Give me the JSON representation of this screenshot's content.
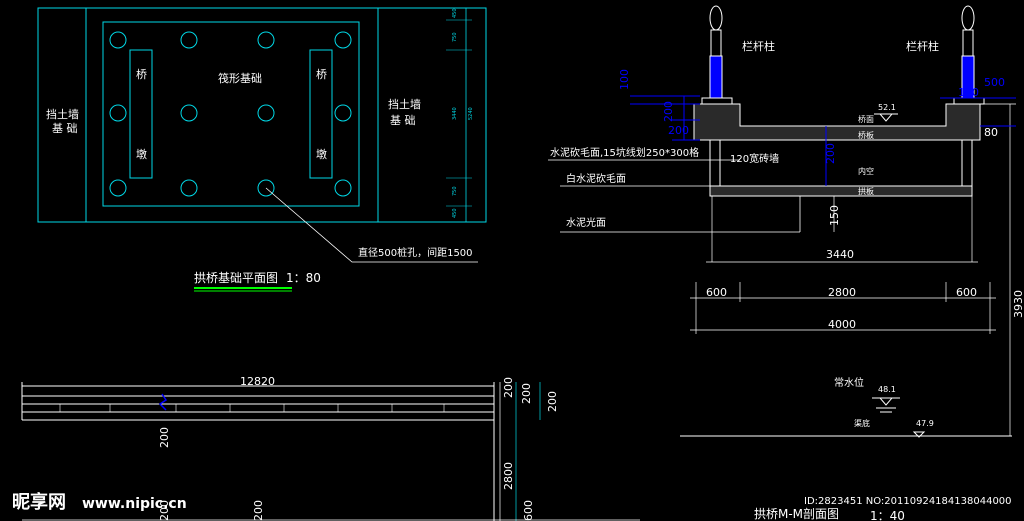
{
  "plan": {
    "left_wall_1": "挡土墙",
    "left_wall_2": "基 础",
    "right_wall_1": "挡土墙",
    "right_wall_2": "基 础",
    "raft": "筏形基础",
    "pier_left_1": "桥",
    "pier_left_2": "墩",
    "pier_right_1": "桥",
    "pier_right_2": "墩",
    "pile_note": "直径500桩孔，间距1500",
    "title": "拱桥基础平面图",
    "scale": "1：80",
    "dims": [
      "450",
      "750",
      "3440",
      "5240",
      "750",
      "450"
    ]
  },
  "section": {
    "railing_left": "栏杆柱",
    "railing_right": "栏杆柱",
    "dim_100": "100",
    "dim_200a": "200",
    "dim_200b": "200",
    "dim_200c": "200",
    "dim_120": "120",
    "dim_500": "500",
    "dim_80": "80",
    "dim_150": "150",
    "dim_3440": "3440",
    "dim_600a": "600",
    "dim_2800": "2800",
    "dim_600b": "600",
    "dim_4000": "4000",
    "dim_3930": "3930",
    "level_top": "52.1",
    "deck_face": "桥面",
    "deck_slab": "桥板",
    "note_1": "水泥砍毛面,15坑线划250*300格",
    "brick_wall": "120宽砖墙",
    "void": "内空",
    "note_2": "白水泥砍毛面",
    "bottom_slab": "拱板",
    "note_3": "水泥光面",
    "water_label": "常水位",
    "water_level": "48.1",
    "canal_label": "渠底",
    "canal_level": "47.9",
    "title": "拱桥M-M剖面图",
    "scale": "1：40"
  },
  "elevation": {
    "dim_12820": "12820",
    "dim_200_left": "200",
    "dim_200_r1": "200",
    "dim_200_r2": "200",
    "dim_200_r3": "200",
    "dim_2800": "2800",
    "dim_200_bl": "200",
    "dim_200_bm": "200",
    "dim_600": "600"
  },
  "watermark": {
    "brand": "昵享网",
    "url": "www.nipic.cn",
    "id_text": "ID:2823451 NO:20110924184138044000"
  },
  "colors": {
    "background": "#000000",
    "outline": "#00d8e6",
    "text": "#ffffff",
    "dimension": "#0000ff",
    "title_underline": "#00ff00"
  }
}
